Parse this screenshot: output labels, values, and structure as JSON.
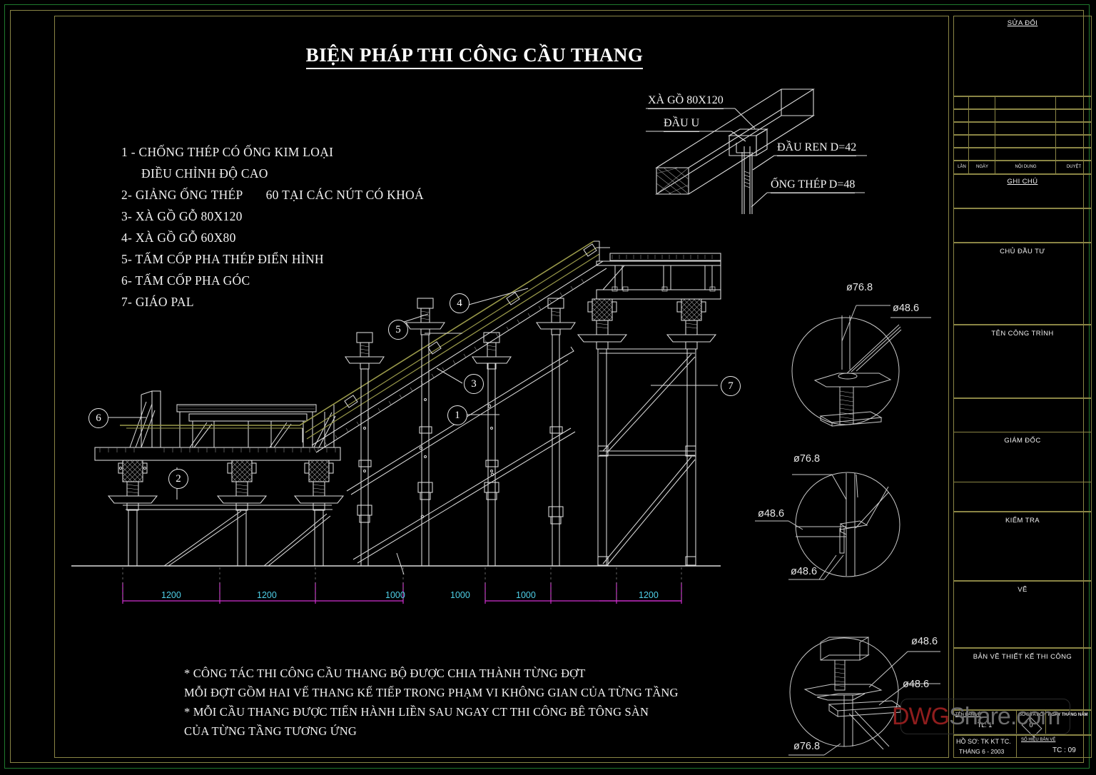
{
  "drawing": {
    "title": "BIỆN PHÁP THI CÔNG CẦU THANG",
    "background": "#000000",
    "border_outer_color": "#1f7a2e",
    "border_inner_color": "#8a8545",
    "line_color": "#e8e8e8",
    "formwork_color": "#9a9a4a",
    "dimension_color": "#cf2fcf",
    "dimension_text_color": "#4fd0e8"
  },
  "legend": {
    "items": [
      "1 - CHỐNG THÉP CÓ ỐNG KIM LOẠI",
      "      ĐIỀU CHỈNH ĐỘ CAO",
      "2- GIẢNG ỐNG THÉP       60 TẠI CÁC NÚT CÓ KHOÁ",
      "3- XÀ GỒ GỖ 80X120",
      "4- XÀ GỒ GỖ 60X80",
      "5- TẤM CỐP PHA THÉP ĐIỂN HÌNH",
      "6- TẤM CỐP PHA GÓC",
      "7- GIÁO PAL"
    ]
  },
  "detail_top_right": {
    "labels": [
      "XÀ GỒ 80X120",
      "ĐẦU U",
      "ĐẦU REN D=42",
      "ỐNG THÉP D=48"
    ]
  },
  "callouts": [
    {
      "n": "1"
    },
    {
      "n": "2"
    },
    {
      "n": "3"
    },
    {
      "n": "4"
    },
    {
      "n": "5"
    },
    {
      "n": "6"
    },
    {
      "n": "7"
    }
  ],
  "dimensions": {
    "values": [
      "1200",
      "1200",
      "1000",
      "1000",
      "1000",
      "1200"
    ]
  },
  "detail_circles": [
    {
      "name": "detail-1",
      "labels": [
        "ø76.8",
        "ø48.6"
      ]
    },
    {
      "name": "detail-2",
      "labels": [
        "ø76.8",
        "ø48.6",
        "ø48.6"
      ]
    },
    {
      "name": "detail-3",
      "labels": [
        "ø48.6",
        "ø48.6",
        "ø76.8"
      ]
    }
  ],
  "notes": {
    "lines": [
      "* CÔNG TÁC THI CÔNG CẦU THANG BỘ ĐƯỢC CHIA THÀNH TỪNG ĐỢT",
      "MỖI ĐỢT GỒM HAI VẾ THANG KẾ TIẾP TRONG PHẠM VI KHÔNG GIAN CỦA TỪNG TẦNG",
      "* MỖI CẦU THANG ĐƯỢC TIẾN HÀNH LIỀN SAU NGAY CT THI CÔNG BÊ TÔNG SÀN",
      "CỦA TỪNG TẦNG TƯƠNG ỨNG"
    ]
  },
  "title_block": {
    "revision_header": "SỬA ĐỔI",
    "revision_columns": [
      "LẦN",
      "NGÀY",
      "NỘI DUNG",
      "DUYỆT"
    ],
    "note_header": "GHI CHÚ",
    "sections": [
      "CHỦ ĐẦU TƯ",
      "TÊN CÔNG TRÌNH",
      "GIÁM ĐỐC",
      "KIỂM TRA",
      "VẼ",
      "BẢN VẼ THIẾT KẾ THI CÔNG"
    ],
    "scale_label": "TÊN BẢN VẼ",
    "scale_value": "TL: 1",
    "rev_small": "SỐ SỬA ĐỔI",
    "rev_value": "0",
    "date_label": "NGÀY THÁNG NĂM",
    "file_label": "HỒ SƠ: TK KT TC.",
    "file_date": "THÁNG 6 - 2003",
    "sheet_label": "SỐ HIỆU BẢN VẼ",
    "sheet_value": "TC : 09"
  },
  "watermark": {
    "part1": "DWG",
    "part2": "Share.com"
  }
}
